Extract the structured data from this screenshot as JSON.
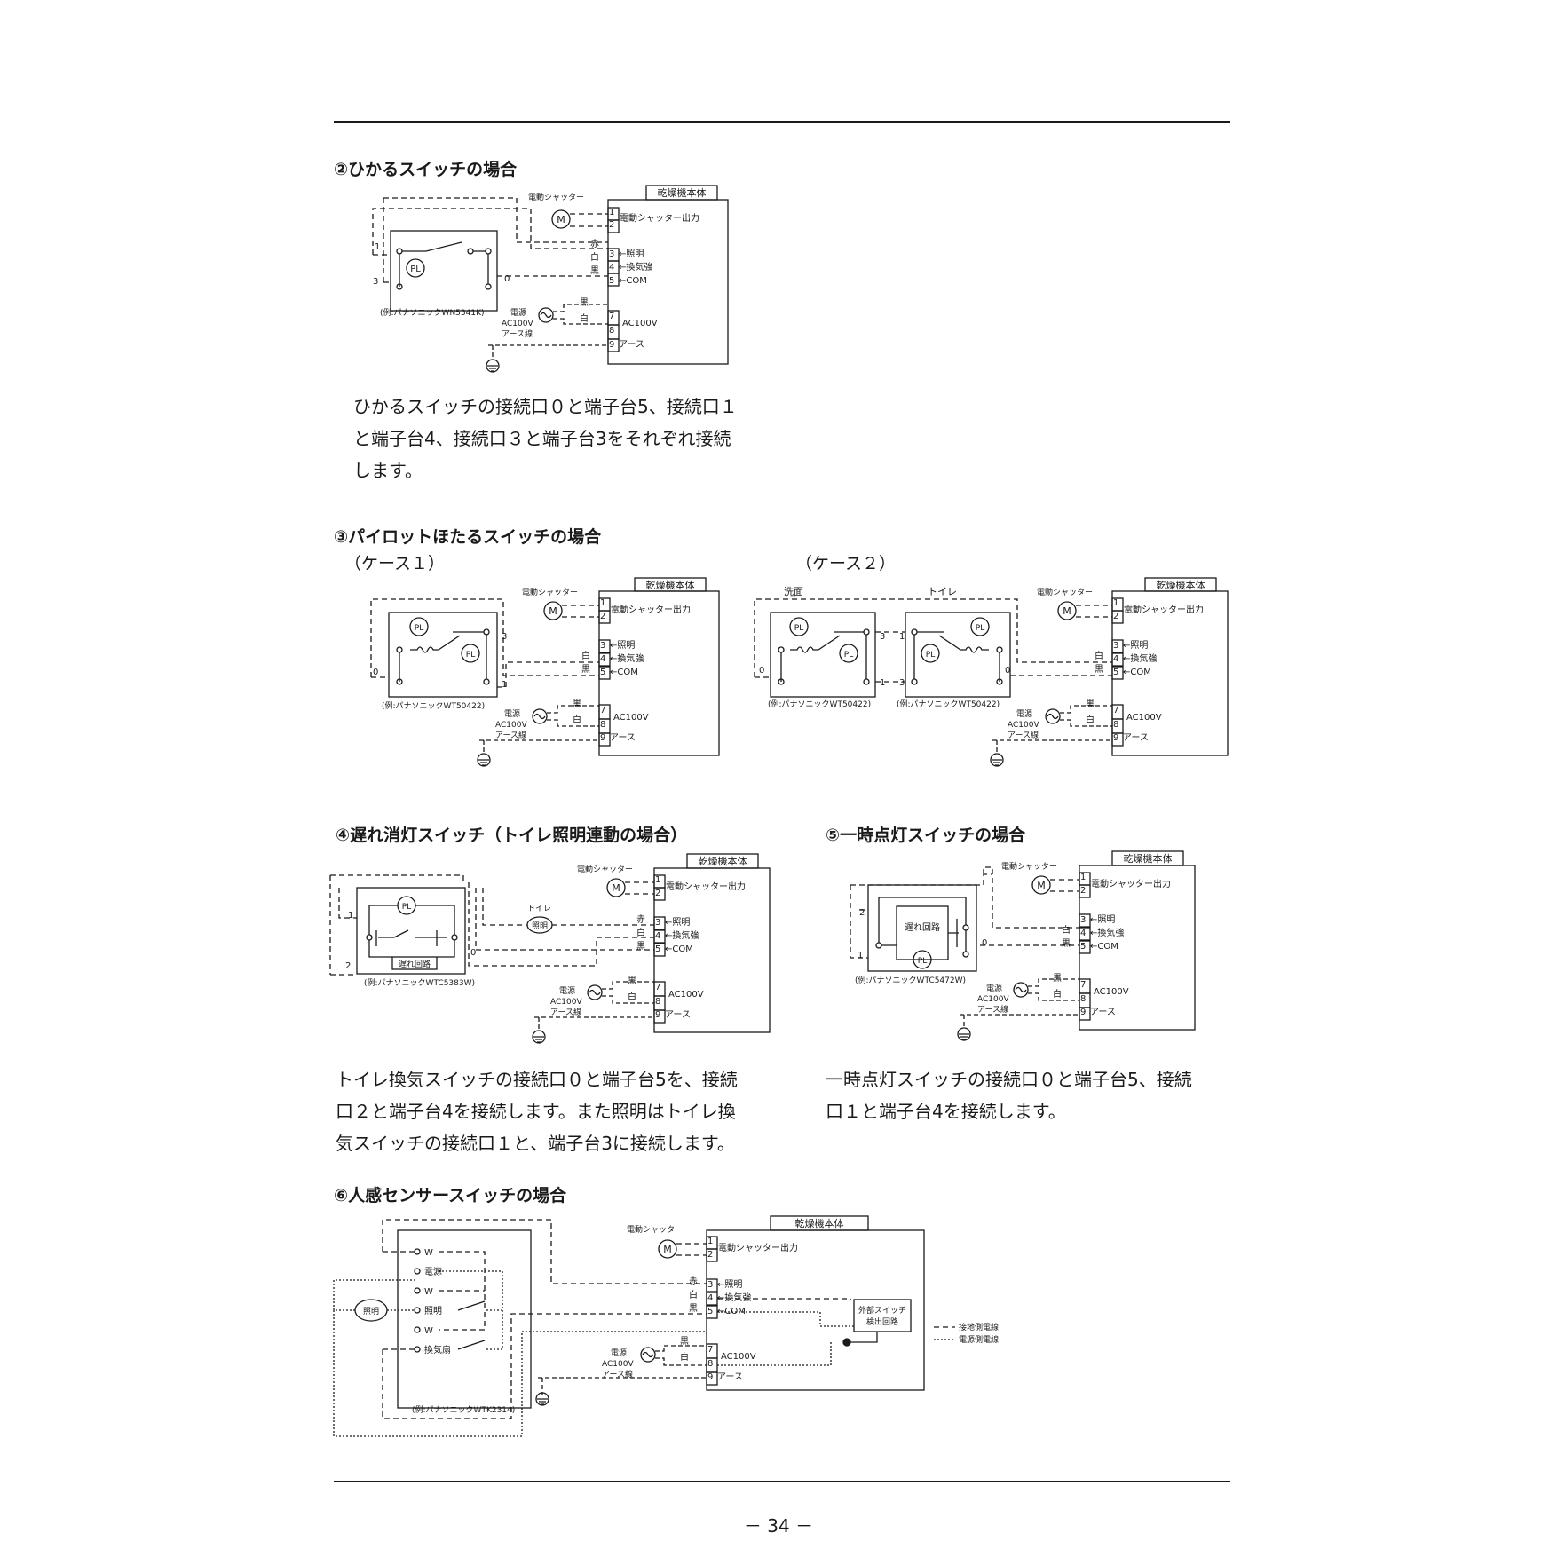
{
  "headings": {
    "s2": "②ひかるスイッチの場合",
    "s3": "③パイロットほたるスイッチの場合",
    "s4": "④遅れ消灯スイッチ（トイレ照明連動の場合）",
    "s5": "⑤一時点灯スイッチの場合",
    "s6": "⑥人感センサースイッチの場合"
  },
  "cases": {
    "c1": "（ケース１）",
    "c2": "（ケース２）"
  },
  "paragraphs": {
    "p2": [
      "ひかるスイッチの接続口０と端子台5、接続口１",
      "と端子台4、接続口３と端子台3をそれぞれ接続",
      "します。"
    ],
    "p4": [
      "トイレ換気スイッチの接続口０と端子台5を、接続",
      "口２と端子台4を接続します。また照明はトイレ換",
      "気スイッチの接続口１と、端子台3に接続します。"
    ],
    "p5": [
      "一時点灯スイッチの接続口０と端子台5、接続",
      "口１と端子台4を接続します。"
    ]
  },
  "unit": {
    "title": "乾燥機本体",
    "shutter": "電動シャッター",
    "shutter_out": "電動シャッター出力",
    "motor": "M",
    "t_light": "←照明",
    "t_fan": "←換気強",
    "t_com": "←COM",
    "ac": "AC100V",
    "earth": "アース",
    "power": "電源",
    "power_v": "AC100V",
    "earth_wire": "アース線",
    "terminals": [
      "1",
      "2",
      "3",
      "4",
      "5",
      "7",
      "8",
      "9"
    ],
    "red": "赤",
    "white": "白",
    "black": "黒"
  },
  "diagram2": {
    "example": "(例:パナソニックWN5341K)",
    "pl": "PL",
    "ports": [
      "1",
      "3",
      "0"
    ]
  },
  "diagram3a": {
    "example": "(例:パナソニックWT50422)",
    "ports": [
      "0",
      "3",
      "1"
    ]
  },
  "diagram3b": {
    "left_label": "洗面",
    "right_label": "トイレ",
    "example1": "(例:パナソニックWT50422)",
    "example2": "(例:パナソニックWT50422)",
    "ports": [
      "0",
      "3",
      "1",
      "1",
      "3",
      "0"
    ]
  },
  "diagram4": {
    "example": "(例:パナソニックWTC5383W)",
    "delay": "遅れ回路",
    "toilet": "トイレ",
    "lamp": "照明",
    "ports": [
      "1",
      "2",
      "0"
    ]
  },
  "diagram5": {
    "example": "(例:パナソニックWTC5472W)",
    "delay": "遅れ回路",
    "ports": [
      "2",
      "1",
      "0"
    ]
  },
  "diagram6": {
    "example": "(例:パナソニックWTK2314)",
    "lamp": "照明",
    "pins": [
      "W",
      "電源",
      "W",
      "照明",
      "W",
      "換気扇"
    ],
    "detect": [
      "外部スイッチ",
      "検出回路"
    ],
    "legend": [
      "接地側電線",
      "電源側電線"
    ]
  },
  "page_number": "－ 34 －"
}
